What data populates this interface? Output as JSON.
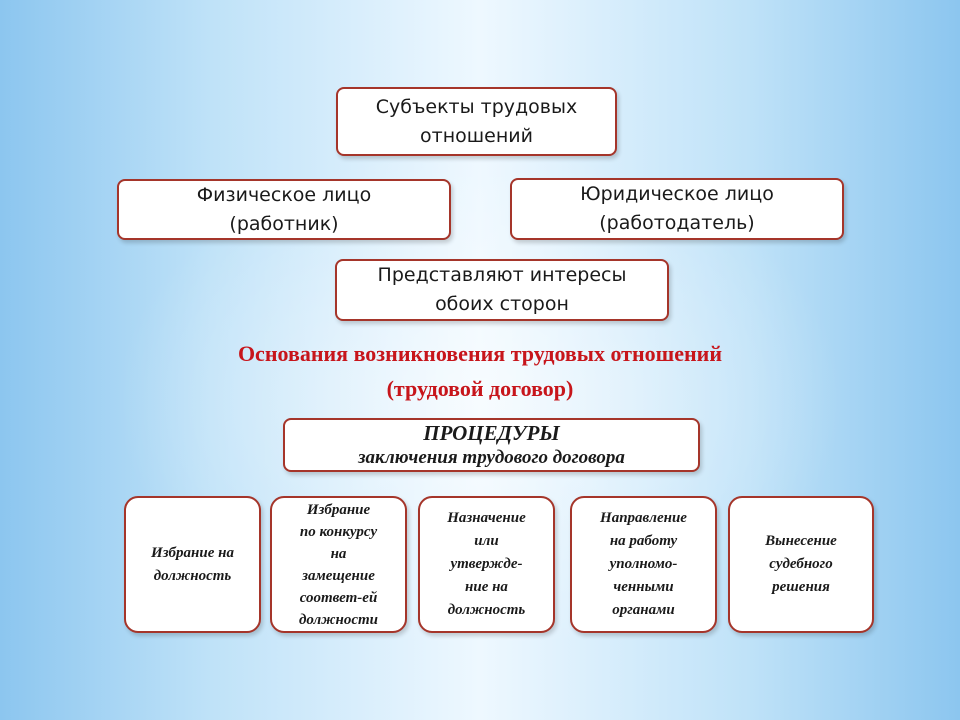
{
  "subjects": {
    "label": "Субъекты трудовых\nотношений"
  },
  "parties": {
    "individual": "Физическое лицо\n(работник)",
    "legal": "Юридическое лицо\n(работодатель)"
  },
  "representatives": {
    "label": "Представляют интересы\nобоих сторон"
  },
  "grounds": {
    "line1": "Основания возникновения трудовых отношений",
    "line2": "(трудовой договор)"
  },
  "procedures": {
    "title": "ПРОЦЕДУРЫ",
    "subtitle": "заключения трудового договора"
  },
  "procedure_items": [
    "Избрание на\nдолжность",
    "Избрание\nпо конкурсу\nна\nзамещение\nсоответ-ей\nдолжности",
    "Назначение\nили\nутвержде-\nние на\nдолжность",
    "Направление\nна работу\nуполномо-\nченными\nорганами",
    "Вынесение\nсудебного\nрешения"
  ],
  "colors": {
    "border": "#a5352a",
    "heading": "#c7151b",
    "background_edge": "#8cc6ef",
    "background_center": "#eef8ff"
  }
}
